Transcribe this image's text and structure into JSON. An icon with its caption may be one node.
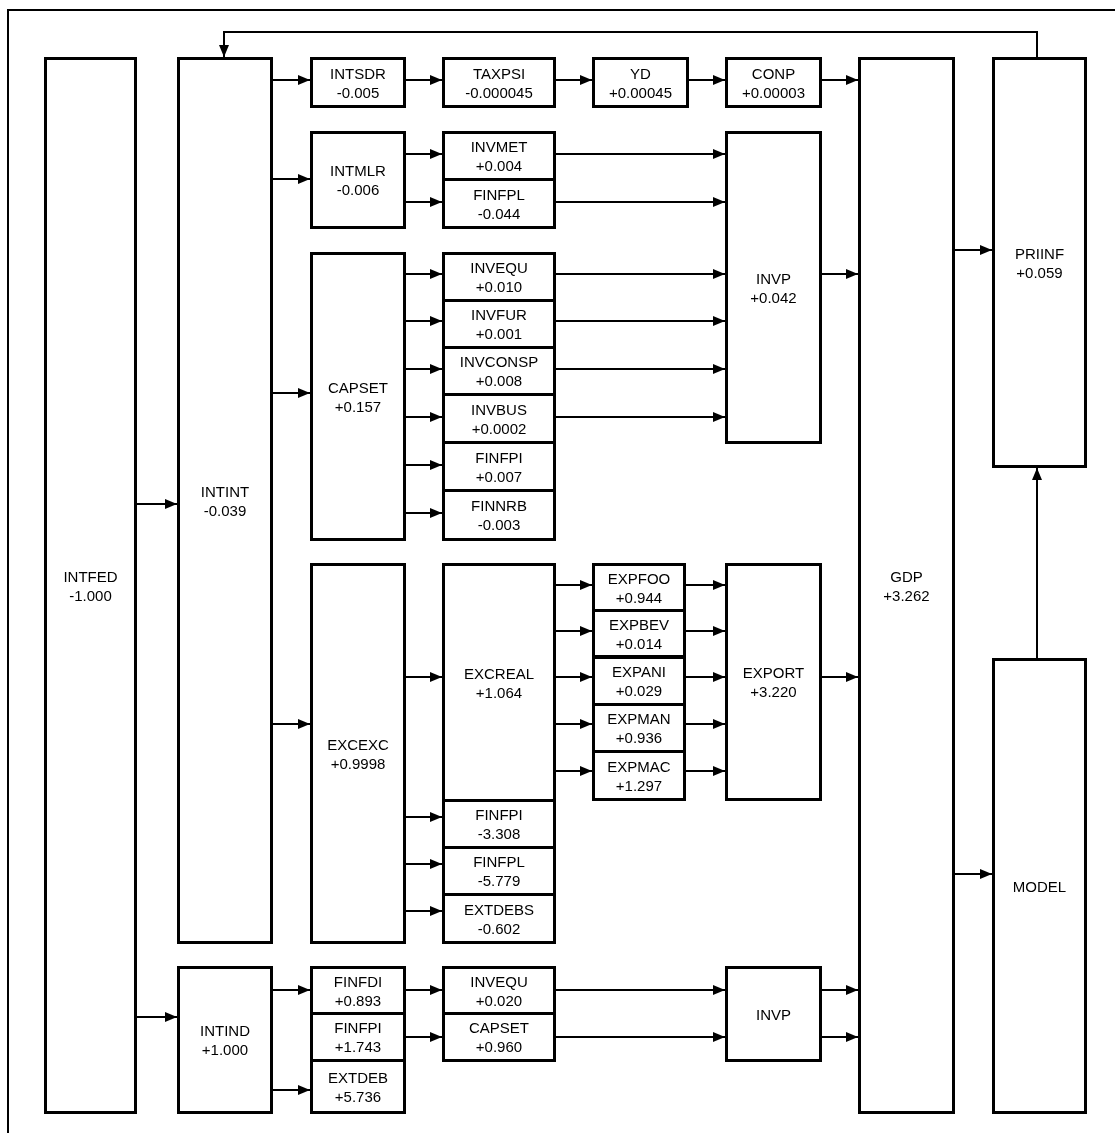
{
  "diagram": {
    "nodes": [
      {
        "text": [
          "INTFED",
          "-1.000"
        ]
      },
      {
        "text": [
          "INTINT",
          "-0.039"
        ]
      },
      {
        "text": [
          "INTSDR",
          "-0.005"
        ]
      },
      {
        "text": [
          "TAXPSI",
          "-0.000045"
        ]
      },
      {
        "text": [
          "YD",
          "+0.00045"
        ]
      },
      {
        "text": [
          "CONP",
          "+0.00003"
        ]
      },
      {
        "text": [
          "GDP",
          "+3.262"
        ]
      },
      {
        "text": [
          "PRIINF",
          "+0.059"
        ]
      },
      {
        "text": [
          "INTMLR",
          "-0.006"
        ]
      },
      {
        "text": [
          "INVMET",
          "+0.004"
        ]
      },
      {
        "text": [
          "FINFPL",
          "-0.044"
        ]
      },
      {
        "text": [
          "INVP",
          "+0.042"
        ]
      },
      {
        "text": [
          "CAPSET",
          "+0.157"
        ]
      },
      {
        "text": [
          "INVEQU",
          "+0.010"
        ]
      },
      {
        "text": [
          "INVFUR",
          "+0.001"
        ]
      },
      {
        "text": [
          "INVCONSP",
          "+0.008"
        ]
      },
      {
        "text": [
          "INVBUS",
          "+0.0002"
        ]
      },
      {
        "text": [
          "FINFPI",
          "+0.007"
        ]
      },
      {
        "text": [
          "FINNRB",
          "-0.003"
        ]
      },
      {
        "text": [
          "EXCEXC",
          "+0.9998"
        ]
      },
      {
        "text": [
          "EXCREAL",
          "+1.064"
        ]
      },
      {
        "text": [
          "EXPFOO",
          "+0.944"
        ]
      },
      {
        "text": [
          "EXPBEV",
          "+0.014"
        ]
      },
      {
        "text": [
          "EXPANI",
          "+0.029"
        ]
      },
      {
        "text": [
          "EXPMAN",
          "+0.936"
        ]
      },
      {
        "text": [
          "EXPMAC",
          "+1.297"
        ]
      },
      {
        "text": [
          "EXPORT",
          "+3.220"
        ]
      },
      {
        "text": [
          "FINFPI",
          "-3.308"
        ]
      },
      {
        "text": [
          "FINFPL",
          "-5.779"
        ]
      },
      {
        "text": [
          "EXTDEBS",
          "-0.602"
        ]
      },
      {
        "text": [
          "MODEL"
        ]
      },
      {
        "text": [
          "INTIND",
          "+1.000"
        ]
      },
      {
        "text": [
          "FINFDI",
          "+0.893"
        ]
      },
      {
        "text": [
          "FINFPI",
          "+1.743"
        ]
      },
      {
        "text": [
          "EXTDEB",
          "+5.736"
        ]
      },
      {
        "text": [
          "INVEQU",
          "+0.020"
        ]
      },
      {
        "text": [
          "CAPSET",
          "+0.960"
        ]
      },
      {
        "text": [
          "INVP"
        ]
      }
    ],
    "edges": [
      {
        "from": 0,
        "to": 1,
        "arrow": "to"
      },
      {
        "from": 0,
        "to": 31,
        "arrow": "to"
      },
      {
        "from": 1,
        "to": 2,
        "arrow": "to"
      },
      {
        "from": 1,
        "to": 8,
        "arrow": "to"
      },
      {
        "from": 1,
        "to": 12,
        "arrow": "to"
      },
      {
        "from": 1,
        "to": 19,
        "arrow": "to"
      },
      {
        "from": 2,
        "to": 3,
        "arrow": "to"
      },
      {
        "from": 3,
        "to": 4,
        "arrow": "to"
      },
      {
        "from": 4,
        "to": 5,
        "arrow": "to"
      },
      {
        "from": 5,
        "to": 6,
        "arrow": "to"
      },
      {
        "from": 8,
        "to": 9,
        "arrow": "to"
      },
      {
        "from": 8,
        "to": 10,
        "arrow": "to"
      },
      {
        "from": 9,
        "to": 11,
        "arrow": "to"
      },
      {
        "from": 10,
        "to": 11,
        "arrow": "to"
      },
      {
        "from": 12,
        "to": 13,
        "arrow": "to"
      },
      {
        "from": 12,
        "to": 14,
        "arrow": "to"
      },
      {
        "from": 12,
        "to": 15,
        "arrow": "to"
      },
      {
        "from": 12,
        "to": 16,
        "arrow": "to"
      },
      {
        "from": 12,
        "to": 17,
        "arrow": "to"
      },
      {
        "from": 12,
        "to": 18,
        "arrow": "to"
      },
      {
        "from": 13,
        "to": 11,
        "arrow": "to"
      },
      {
        "from": 14,
        "to": 11,
        "arrow": "to"
      },
      {
        "from": 15,
        "to": 11,
        "arrow": "to"
      },
      {
        "from": 16,
        "to": 11,
        "arrow": "to"
      },
      {
        "from": 11,
        "to": 6,
        "arrow": "to"
      },
      {
        "from": 6,
        "to": 7,
        "arrow": "to"
      },
      {
        "from": 19,
        "to": 20,
        "arrow": "to"
      },
      {
        "from": 19,
        "to": 27,
        "arrow": "to"
      },
      {
        "from": 19,
        "to": 28,
        "arrow": "to"
      },
      {
        "from": 19,
        "to": 29,
        "arrow": "to"
      },
      {
        "from": 20,
        "to": 21,
        "arrow": "to"
      },
      {
        "from": 20,
        "to": 22,
        "arrow": "to"
      },
      {
        "from": 20,
        "to": 23,
        "arrow": "to"
      },
      {
        "from": 20,
        "to": 24,
        "arrow": "to"
      },
      {
        "from": 20,
        "to": 25,
        "arrow": "to"
      },
      {
        "from": 21,
        "to": 26,
        "arrow": "to"
      },
      {
        "from": 22,
        "to": 26,
        "arrow": "to"
      },
      {
        "from": 23,
        "to": 26,
        "arrow": "to"
      },
      {
        "from": 24,
        "to": 26,
        "arrow": "to"
      },
      {
        "from": 25,
        "to": 26,
        "arrow": "to"
      },
      {
        "from": 26,
        "to": 6,
        "arrow": "to"
      },
      {
        "from": 6,
        "to": 30,
        "arrow": "to"
      },
      {
        "from": 30,
        "to": 7,
        "arrow": "to"
      },
      {
        "from": 7,
        "to": 1,
        "arrow": "to"
      },
      {
        "from": 31,
        "to": 32,
        "arrow": "to"
      },
      {
        "from": 31,
        "to": 34,
        "arrow": "to"
      },
      {
        "from": 32,
        "to": 35,
        "arrow": "to"
      },
      {
        "from": 33,
        "to": 36,
        "arrow": "to"
      },
      {
        "from": 35,
        "to": 37,
        "arrow": "to"
      },
      {
        "from": 36,
        "to": 37,
        "arrow": "to"
      },
      {
        "from": 37,
        "to": 6,
        "arrow": "to"
      },
      {
        "from": 37,
        "to": 6,
        "arrow": "to"
      }
    ]
  }
}
